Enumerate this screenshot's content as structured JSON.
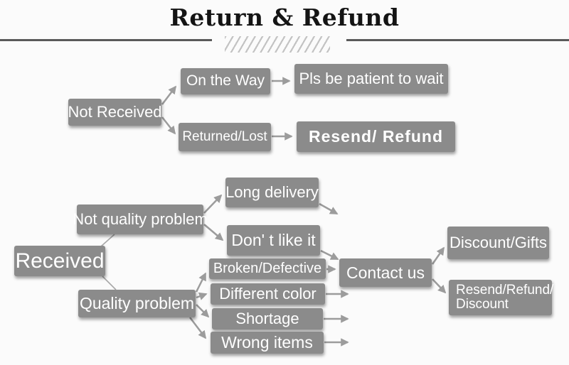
{
  "title": "Return & Refund",
  "colors": {
    "background": "#fbfbfb",
    "box_fill": "#8b8b8b",
    "box_text": "#ffffff",
    "arrow": "#9c9c9c",
    "divider_line": "#5a5a5a",
    "hatch": "#c3c3c3",
    "title_text": "#141414"
  },
  "nodes": {
    "not_received": {
      "label": "Not Received"
    },
    "on_the_way": {
      "label": "On the Way"
    },
    "pls_wait": {
      "label": "Pls be patient to wait"
    },
    "returned_lost": {
      "label": "Returned/Lost"
    },
    "resend_refund": {
      "label": "Resend/ Refund"
    },
    "received": {
      "label": "Received"
    },
    "not_quality_problem": {
      "label": "Not quality problem"
    },
    "quality_problem": {
      "label": "Quality problem"
    },
    "long_delivery": {
      "label": "Long delivery"
    },
    "dont_like_it": {
      "label": "Don' t like it"
    },
    "broken_defective": {
      "label": "Broken/Defective"
    },
    "different_color": {
      "label": "Different color"
    },
    "shortage": {
      "label": "Shortage"
    },
    "wrong_items": {
      "label": "Wrong items"
    },
    "contact_us": {
      "label": "Contact us"
    },
    "discount_gifts": {
      "label": "Discount/Gifts"
    },
    "resend_refund_discount": {
      "line1": "Resend/Refund/",
      "line2": "Discount"
    }
  }
}
